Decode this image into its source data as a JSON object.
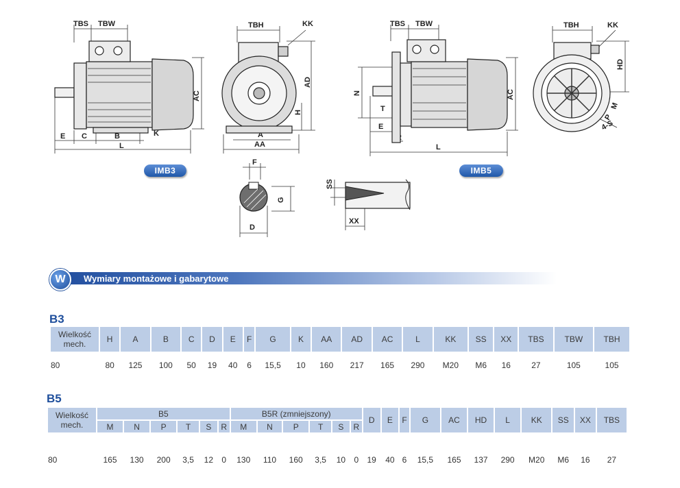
{
  "drawings": {
    "b3_side": {
      "tbs": "TBS",
      "tbw": "TBW",
      "ac": "AC",
      "e": "E",
      "c": "C",
      "b": "B",
      "k": "K",
      "l": "L"
    },
    "b3_front": {
      "tbh": "TBH",
      "kk": "KK",
      "ad": "AD",
      "h": "H",
      "a": "A",
      "aa": "AA"
    },
    "b5_side": {
      "tbs": "TBS",
      "tbw": "TBW",
      "n": "N",
      "t": "T",
      "e": "E",
      "r": "R",
      "ac": "AC",
      "l": "L"
    },
    "b5_front": {
      "tbh": "TBH",
      "kk": "KK",
      "hd": "HD",
      "m": "M",
      "p": "P",
      "s": "4-S"
    },
    "shaft": {
      "f": "F",
      "g": "G",
      "d": "D"
    },
    "thread": {
      "ss": "SS",
      "xx": "XX"
    },
    "badges": {
      "imb3": "IMB3",
      "imb5": "IMB5"
    }
  },
  "section": {
    "icon": "W",
    "title": "Wymiary montażowe i gabarytowe"
  },
  "b3": {
    "label": "B3",
    "size_header": [
      "Wielkość",
      "mech."
    ],
    "headers": [
      "H",
      "A",
      "B",
      "C",
      "D",
      "E",
      "F",
      "G",
      "K",
      "AA",
      "AD",
      "AC",
      "L",
      "KK",
      "SS",
      "XX",
      "TBS",
      "TBW",
      "TBH"
    ],
    "row": {
      "size": "80",
      "values": [
        "80",
        "125",
        "100",
        "50",
        "19",
        "40",
        "6",
        "15,5",
        "10",
        "160",
        "217",
        "165",
        "290",
        "M20",
        "M6",
        "16",
        "27",
        "105",
        "105"
      ]
    }
  },
  "b5": {
    "label": "B5",
    "size_header": [
      "Wielkość",
      "mech."
    ],
    "group_b5": "B5",
    "group_b5r": "B5R (zmniejszony)",
    "sub_b5": [
      "M",
      "N",
      "P",
      "T",
      "S",
      "R"
    ],
    "sub_b5r": [
      "M",
      "N",
      "P",
      "T",
      "S",
      "R"
    ],
    "headers": [
      "D",
      "E",
      "F",
      "G",
      "AC",
      "HD",
      "L",
      "KK",
      "SS",
      "XX",
      "TBS"
    ],
    "row": {
      "size": "80",
      "values": [
        "165",
        "130",
        "200",
        "3,5",
        "12",
        "0",
        "130",
        "110",
        "160",
        "3,5",
        "10",
        "0",
        "19",
        "40",
        "6",
        "15,5",
        "165",
        "137",
        "290",
        "M20",
        "M6",
        "16",
        "27"
      ]
    }
  }
}
